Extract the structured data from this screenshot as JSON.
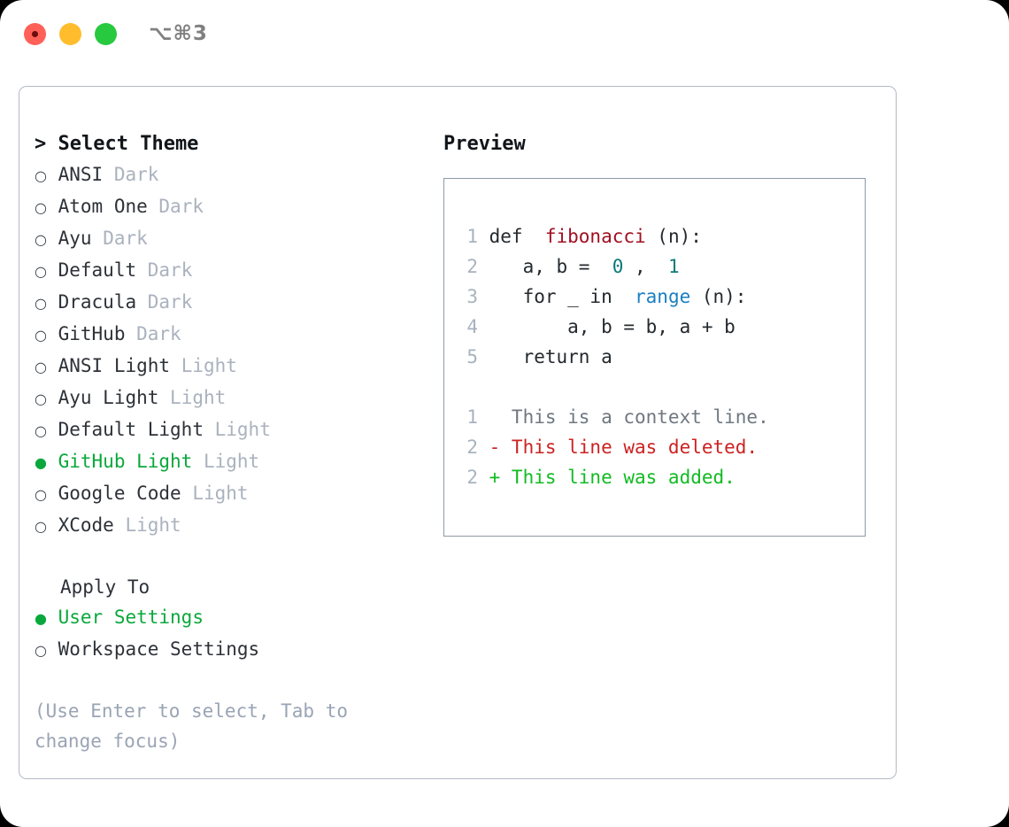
{
  "titlebar": {
    "shortcut": "⌥⌘3",
    "buttons": [
      {
        "name": "close",
        "color": "#ff6058"
      },
      {
        "name": "minimize",
        "color": "#ffbd2e"
      },
      {
        "name": "maximize",
        "color": "#27c93f"
      }
    ]
  },
  "theme_picker": {
    "heading": "> Select Theme",
    "options": [
      {
        "marker": "○",
        "name": "ANSI",
        "kind": "Dark",
        "selected": false
      },
      {
        "marker": "○",
        "name": "Atom One",
        "kind": "Dark",
        "selected": false
      },
      {
        "marker": "○",
        "name": "Ayu",
        "kind": "Dark",
        "selected": false
      },
      {
        "marker": "○",
        "name": "Default",
        "kind": "Dark",
        "selected": false
      },
      {
        "marker": "○",
        "name": "Dracula",
        "kind": "Dark",
        "selected": false
      },
      {
        "marker": "○",
        "name": "GitHub",
        "kind": "Dark",
        "selected": false
      },
      {
        "marker": "○",
        "name": "ANSI Light",
        "kind": "Light",
        "selected": false
      },
      {
        "marker": "○",
        "name": "Ayu Light",
        "kind": "Light",
        "selected": false
      },
      {
        "marker": "○",
        "name": "Default Light",
        "kind": "Light",
        "selected": false
      },
      {
        "marker": "●",
        "name": "GitHub Light",
        "kind": "Light",
        "selected": true
      },
      {
        "marker": "○",
        "name": "Google Code",
        "kind": "Light",
        "selected": false
      },
      {
        "marker": "○",
        "name": "XCode",
        "kind": "Light",
        "selected": false
      }
    ]
  },
  "apply_to": {
    "heading": "Apply To",
    "options": [
      {
        "marker": "●",
        "name": "User Settings",
        "selected": true
      },
      {
        "marker": "○",
        "name": "Workspace Settings",
        "selected": false
      }
    ]
  },
  "hint": "(Use Enter to select, Tab to change focus)",
  "preview": {
    "title": "Preview",
    "code_lines": [
      {
        "num": "1",
        "tokens": [
          {
            "t": "def ",
            "c": "plain"
          },
          {
            "t": "fibonacci",
            "c": "fn"
          },
          {
            "t": "(n):",
            "c": "plain"
          }
        ]
      },
      {
        "num": "2",
        "tokens": [
          {
            "t": "    a, b = ",
            "c": "plain"
          },
          {
            "t": "0",
            "c": "num"
          },
          {
            "t": ", ",
            "c": "plain"
          },
          {
            "t": "1",
            "c": "num"
          }
        ]
      },
      {
        "num": "3",
        "tokens": [
          {
            "t": "    for _ in ",
            "c": "plain"
          },
          {
            "t": "range",
            "c": "builtin"
          },
          {
            "t": "(n):",
            "c": "plain"
          }
        ]
      },
      {
        "num": "4",
        "tokens": [
          {
            "t": "        a, b = b, a + b",
            "c": "plain"
          }
        ]
      },
      {
        "num": "5",
        "tokens": [
          {
            "t": "    return a",
            "c": "plain"
          }
        ]
      }
    ],
    "diff_lines": [
      {
        "num": "1",
        "tokens": [
          {
            "t": "   This is a context line.",
            "c": "ctx"
          }
        ]
      },
      {
        "num": "2",
        "tokens": [
          {
            "t": " - This line was deleted.",
            "c": "del"
          }
        ]
      },
      {
        "num": "2",
        "tokens": [
          {
            "t": " + This line was added.",
            "c": "add"
          }
        ]
      }
    ]
  },
  "colors": {
    "accent_green": "#0aa83c",
    "panel_border": "#b2bac6",
    "preview_border": "#8e99a8",
    "muted": "#aab2be",
    "hint": "#9aa4b4"
  }
}
